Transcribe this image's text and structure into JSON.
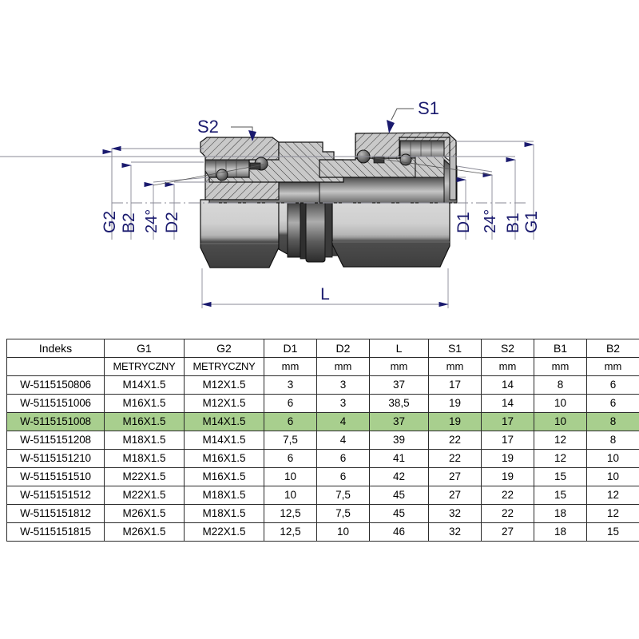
{
  "drawing": {
    "title": "hydraulic-straight-reducer-coupling-cross-section",
    "callouts": [
      {
        "id": "S1",
        "label": "S1"
      },
      {
        "id": "S2",
        "label": "S2"
      }
    ],
    "left_dimensions": [
      {
        "id": "G2",
        "label": "G2"
      },
      {
        "id": "B2",
        "label": "B2"
      },
      {
        "id": "angle2",
        "label": "24°"
      },
      {
        "id": "D2",
        "label": "D2"
      }
    ],
    "right_dimensions": [
      {
        "id": "D1",
        "label": "D1"
      },
      {
        "id": "angle1",
        "label": "24°"
      },
      {
        "id": "B1",
        "label": "B1"
      },
      {
        "id": "G1",
        "label": "G1"
      }
    ],
    "length_dimension": {
      "id": "L",
      "label": "L"
    },
    "colors": {
      "dimension_line": "#8a8a96",
      "dimension_text": "#1a1a6e",
      "metal_light": "#d9d9d9",
      "metal_mid": "#9a9a9a",
      "metal_dark": "#4a4a4a",
      "outline": "#111111"
    }
  },
  "table": {
    "columns": [
      {
        "key": "index",
        "label": "Indeks",
        "unit": ""
      },
      {
        "key": "g1",
        "label": "G1",
        "unit": "METRYCZNY"
      },
      {
        "key": "g2",
        "label": "G2",
        "unit": "METRYCZNY"
      },
      {
        "key": "d1",
        "label": "D1",
        "unit": "mm"
      },
      {
        "key": "d2",
        "label": "D2",
        "unit": "mm"
      },
      {
        "key": "l",
        "label": "L",
        "unit": "mm"
      },
      {
        "key": "s1",
        "label": "S1",
        "unit": "mm"
      },
      {
        "key": "s2",
        "label": "S2",
        "unit": "mm"
      },
      {
        "key": "b1",
        "label": "B1",
        "unit": "mm"
      },
      {
        "key": "b2",
        "label": "B2",
        "unit": "mm"
      }
    ],
    "highlight_color": "#a8cf8e",
    "highlighted_row_index": 2,
    "rows": [
      {
        "index": "W-5115150806",
        "g1": "M14X1.5",
        "g2": "M12X1.5",
        "d1": "3",
        "d2": "3",
        "l": "37",
        "s1": "17",
        "s2": "14",
        "b1": "8",
        "b2": "6",
        "highlight": false
      },
      {
        "index": "W-5115151006",
        "g1": "M16X1.5",
        "g2": "M12X1.5",
        "d1": "6",
        "d2": "3",
        "l": "38,5",
        "s1": "19",
        "s2": "14",
        "b1": "10",
        "b2": "6",
        "highlight": false
      },
      {
        "index": "W-5115151008",
        "g1": "M16X1.5",
        "g2": "M14X1.5",
        "d1": "6",
        "d2": "4",
        "l": "37",
        "s1": "19",
        "s2": "17",
        "b1": "10",
        "b2": "8",
        "highlight": true
      },
      {
        "index": "W-5115151208",
        "g1": "M18X1.5",
        "g2": "M14X1.5",
        "d1": "7,5",
        "d2": "4",
        "l": "39",
        "s1": "22",
        "s2": "17",
        "b1": "12",
        "b2": "8",
        "highlight": false
      },
      {
        "index": "W-5115151210",
        "g1": "M18X1.5",
        "g2": "M16X1.5",
        "d1": "6",
        "d2": "6",
        "l": "41",
        "s1": "22",
        "s2": "19",
        "b1": "12",
        "b2": "10",
        "highlight": false
      },
      {
        "index": "W-5115151510",
        "g1": "M22X1.5",
        "g2": "M16X1.5",
        "d1": "10",
        "d2": "6",
        "l": "42",
        "s1": "27",
        "s2": "19",
        "b1": "15",
        "b2": "10",
        "highlight": false
      },
      {
        "index": "W-5115151512",
        "g1": "M22X1.5",
        "g2": "M18X1.5",
        "d1": "10",
        "d2": "7,5",
        "l": "45",
        "s1": "27",
        "s2": "22",
        "b1": "15",
        "b2": "12",
        "highlight": false
      },
      {
        "index": "W-5115151812",
        "g1": "M26X1.5",
        "g2": "M18X1.5",
        "d1": "12,5",
        "d2": "7,5",
        "l": "45",
        "s1": "32",
        "s2": "22",
        "b1": "18",
        "b2": "12",
        "highlight": false
      },
      {
        "index": "W-5115151815",
        "g1": "M26X1.5",
        "g2": "M22X1.5",
        "d1": "12,5",
        "d2": "10",
        "l": "46",
        "s1": "32",
        "s2": "27",
        "b1": "18",
        "b2": "15",
        "highlight": false
      }
    ]
  }
}
